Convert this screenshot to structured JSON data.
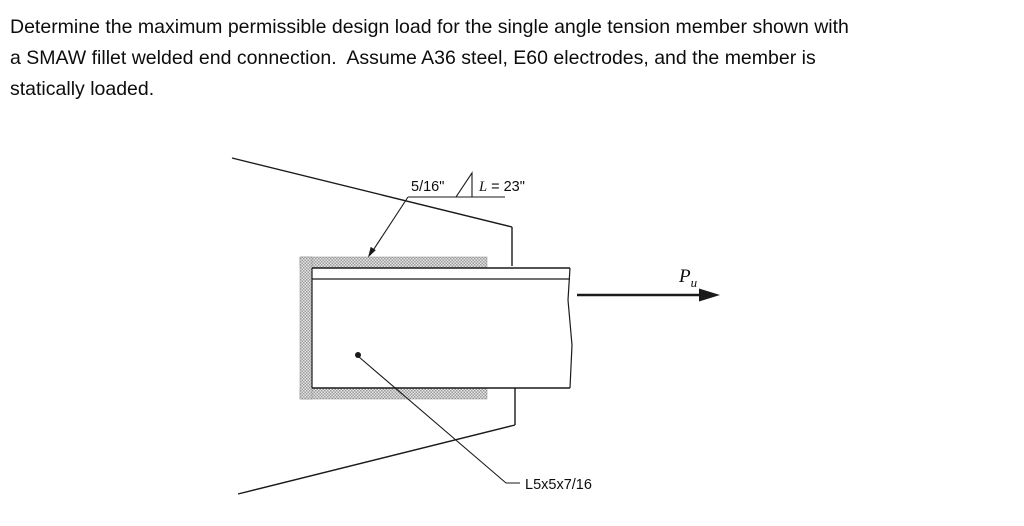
{
  "problem": {
    "lines": [
      "Determine the maximum permissible design load for the single angle tension member shown with",
      "a SMAW fillet welded end connection.  Assume A36 steel, E60 electrodes, and the member is",
      "statically loaded."
    ]
  },
  "diagram": {
    "weld_size": "5/16\"",
    "weld_length_var": "L",
    "weld_length_eq": "= 23\"",
    "load_var": "P",
    "load_sub": "u",
    "member_size": "L5x5x7/16"
  },
  "colors": {
    "line": "#1a1a1a",
    "weld_dot": "#9a9a9a",
    "weld_bg": "#e8e8e8"
  }
}
